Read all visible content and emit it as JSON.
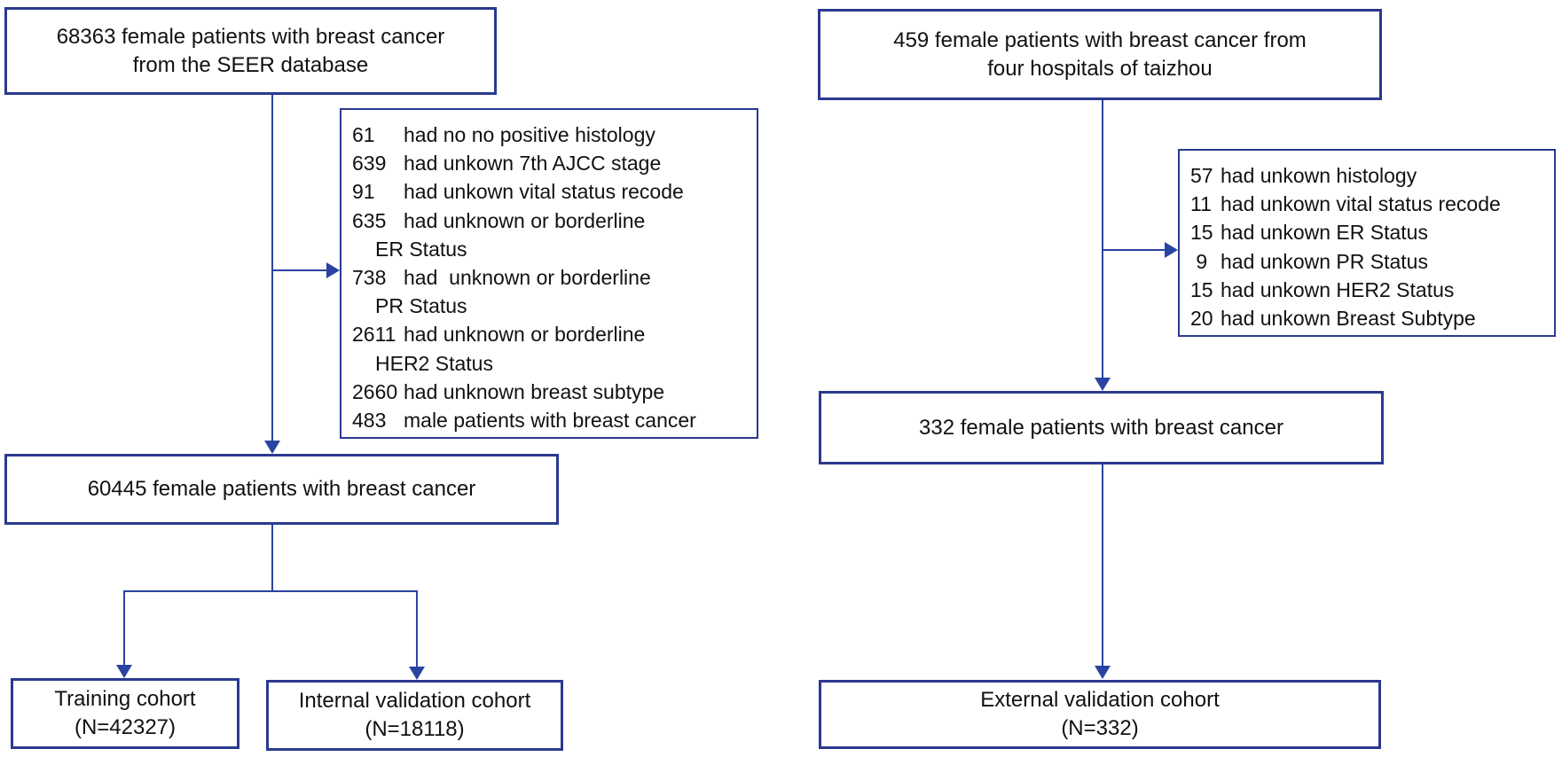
{
  "colors": {
    "box_border": "#2b3990",
    "arrow": "#2a43a0",
    "text": "#111111",
    "background": "#ffffff"
  },
  "left_chart": {
    "source_box": {
      "line1": "68363 female patients with breast cancer",
      "line2": "from the SEER database"
    },
    "exclusion_box": {
      "items": [
        {
          "num": "61",
          "text": "had no no positive histology",
          "cont": ""
        },
        {
          "num": "639",
          "text": "had unkown 7th AJCC stage",
          "cont": ""
        },
        {
          "num": "91",
          "text": "had unkown vital status recode",
          "cont": ""
        },
        {
          "num": "635",
          "text": "had unknown or borderline",
          "cont": "ER Status"
        },
        {
          "num": "738",
          "text": "had  unknown or borderline",
          "cont": "PR Status"
        },
        {
          "num": "2611",
          "text": "had unknown or borderline",
          "cont": "HER2 Status"
        },
        {
          "num": "2660",
          "text": "had unknown breast subtype",
          "cont": ""
        },
        {
          "num": "483",
          "text": "male patients with breast cancer",
          "cont": ""
        }
      ]
    },
    "filtered_box": {
      "text": "60445 female patients with breast cancer"
    },
    "training_box": {
      "line1": "Training cohort",
      "line2": "(N=42327)"
    },
    "internal_validation_box": {
      "line1": "Internal validation cohort",
      "line2": "(N=18118)"
    }
  },
  "right_chart": {
    "source_box": {
      "line1": "459 female patients with breast cancer from",
      "line2": "four hospitals of taizhou"
    },
    "exclusion_box": {
      "items": [
        {
          "num": "57",
          "text": "had unkown histology"
        },
        {
          "num": "11",
          "text": "had unkown vital status recode"
        },
        {
          "num": "15",
          "text": "had unkown ER Status"
        },
        {
          "num": " 9",
          "text": "had unkown PR Status"
        },
        {
          "num": "15",
          "text": "had unkown HER2 Status"
        },
        {
          "num": "20",
          "text": "had unkown Breast Subtype"
        }
      ]
    },
    "filtered_box": {
      "text": "332 female patients with breast cancer"
    },
    "external_validation_box": {
      "line1": "External validation cohort",
      "line2": "(N=332)"
    }
  }
}
